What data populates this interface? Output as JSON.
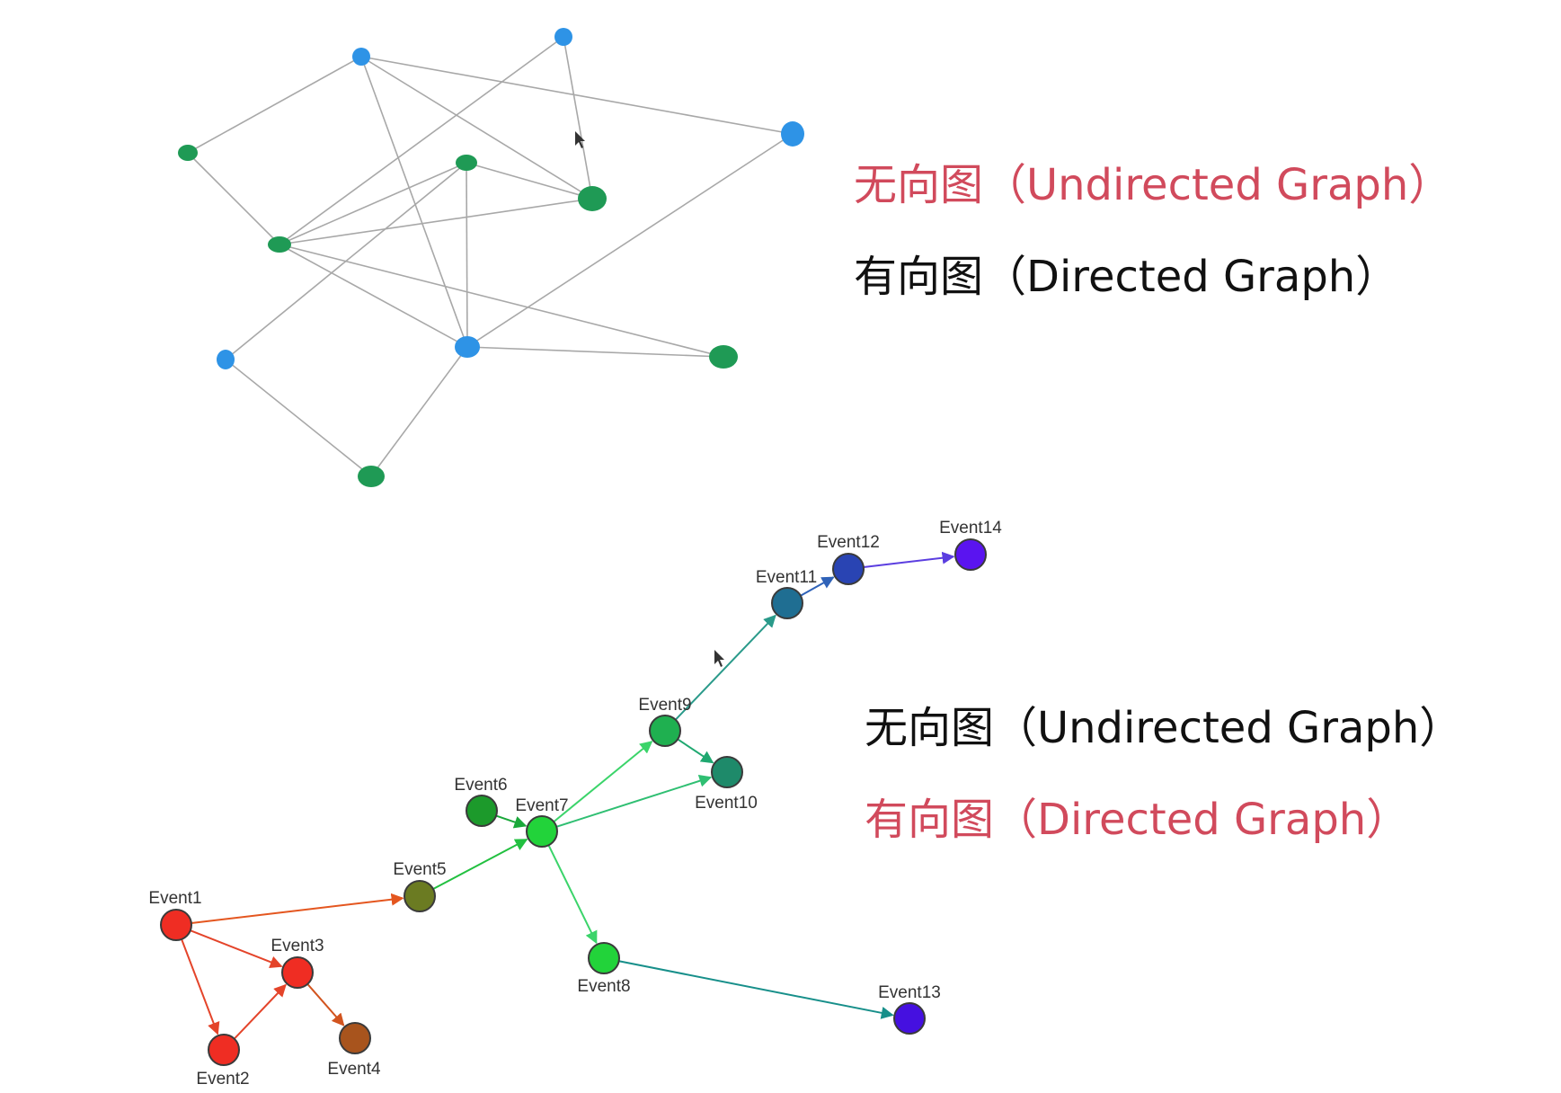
{
  "captions": {
    "top": {
      "undirected": "无向图（Undirected Graph）",
      "directed": "有向图（Directed Graph）",
      "undirected_color": "#d14a5c",
      "directed_color": "#111111"
    },
    "bottom": {
      "undirected": "无向图（Undirected Graph）",
      "directed": "有向图（Directed Graph）",
      "undirected_color": "#111111",
      "directed_color": "#d14a5c"
    }
  },
  "undirected_graph": {
    "edge_color": "#a8a8a8",
    "node_colors": {
      "blue": "#2e93e6",
      "green": "#1f9a55"
    },
    "nodes": [
      {
        "id": "u1",
        "color": "blue"
      },
      {
        "id": "u2",
        "color": "blue"
      },
      {
        "id": "u3",
        "color": "blue"
      },
      {
        "id": "u4",
        "color": "green"
      },
      {
        "id": "u5",
        "color": "green"
      },
      {
        "id": "u6",
        "color": "green"
      },
      {
        "id": "u7",
        "color": "green"
      },
      {
        "id": "u8",
        "color": "blue"
      },
      {
        "id": "u9",
        "color": "blue"
      },
      {
        "id": "u10",
        "color": "green"
      },
      {
        "id": "u11",
        "color": "green"
      }
    ],
    "edges": [
      [
        "u1",
        "u4"
      ],
      [
        "u1",
        "u3"
      ],
      [
        "u1",
        "u6"
      ],
      [
        "u1",
        "u9"
      ],
      [
        "u2",
        "u6"
      ],
      [
        "u2",
        "u7"
      ],
      [
        "u3",
        "u9"
      ],
      [
        "u4",
        "u7"
      ],
      [
        "u5",
        "u6"
      ],
      [
        "u5",
        "u7"
      ],
      [
        "u5",
        "u8"
      ],
      [
        "u5",
        "u9"
      ],
      [
        "u6",
        "u7"
      ],
      [
        "u7",
        "u9"
      ],
      [
        "u7",
        "u10"
      ],
      [
        "u8",
        "u11"
      ],
      [
        "u9",
        "u10"
      ],
      [
        "u9",
        "u11"
      ]
    ]
  },
  "directed_graph": {
    "nodes": [
      {
        "id": "Event1",
        "label": "Event1",
        "color": "#ef2d23"
      },
      {
        "id": "Event2",
        "label": "Event2",
        "color": "#ef2d23"
      },
      {
        "id": "Event3",
        "label": "Event3",
        "color": "#ef2d23"
      },
      {
        "id": "Event4",
        "label": "Event4",
        "color": "#a8541d"
      },
      {
        "id": "Event5",
        "label": "Event5",
        "color": "#6b7b22"
      },
      {
        "id": "Event6",
        "label": "Event6",
        "color": "#1c9a2b"
      },
      {
        "id": "Event7",
        "label": "Event7",
        "color": "#22d33a"
      },
      {
        "id": "Event8",
        "label": "Event8",
        "color": "#22d33a"
      },
      {
        "id": "Event9",
        "label": "Event9",
        "color": "#1fb050"
      },
      {
        "id": "Event10",
        "label": "Event10",
        "color": "#1e8a6a"
      },
      {
        "id": "Event11",
        "label": "Event11",
        "color": "#1f6e92"
      },
      {
        "id": "Event12",
        "label": "Event12",
        "color": "#2944b3"
      },
      {
        "id": "Event13",
        "label": "Event13",
        "color": "#4510e0"
      },
      {
        "id": "Event14",
        "label": "Event14",
        "color": "#5a14f0"
      }
    ],
    "edges": [
      {
        "from": "Event1",
        "to": "Event5",
        "color": "#e4561f"
      },
      {
        "from": "Event1",
        "to": "Event3",
        "color": "#e4442a"
      },
      {
        "from": "Event1",
        "to": "Event2",
        "color": "#e4442a"
      },
      {
        "from": "Event2",
        "to": "Event3",
        "color": "#e4442a"
      },
      {
        "from": "Event3",
        "to": "Event4",
        "color": "#d2541f"
      },
      {
        "from": "Event5",
        "to": "Event7",
        "color": "#22c040"
      },
      {
        "from": "Event6",
        "to": "Event7",
        "color": "#1aa83a"
      },
      {
        "from": "Event7",
        "to": "Event9",
        "color": "#3bd46a"
      },
      {
        "from": "Event7",
        "to": "Event10",
        "color": "#2fbf72"
      },
      {
        "from": "Event7",
        "to": "Event8",
        "color": "#3bd46a"
      },
      {
        "from": "Event9",
        "to": "Event10",
        "color": "#1fa870"
      },
      {
        "from": "Event9",
        "to": "Event11",
        "color": "#2a9a8a"
      },
      {
        "from": "Event11",
        "to": "Event12",
        "color": "#2f62b8"
      },
      {
        "from": "Event12",
        "to": "Event14",
        "color": "#5b3ee0"
      },
      {
        "from": "Event8",
        "to": "Event13",
        "color": "#178f8a"
      }
    ]
  }
}
